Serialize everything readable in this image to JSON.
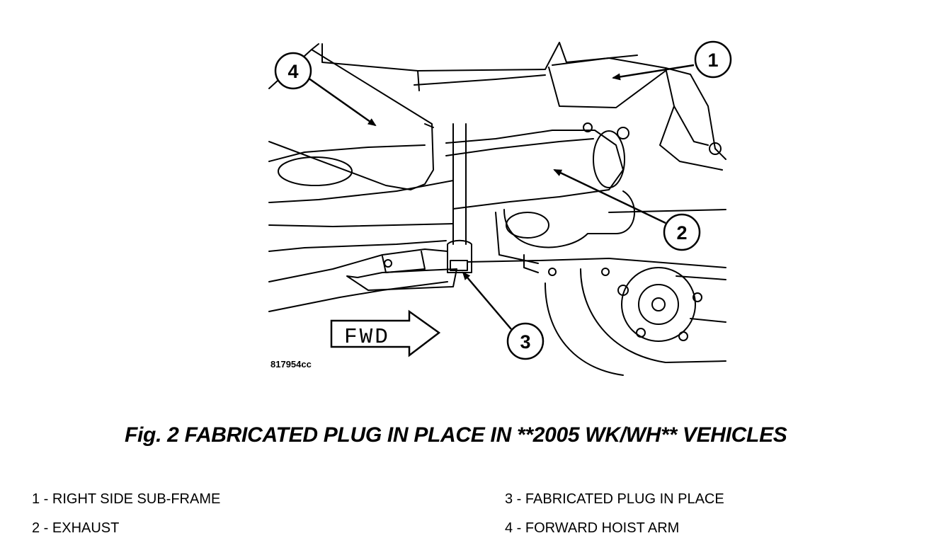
{
  "figure": {
    "id_code": "817954cc",
    "caption": "Fig. 2 FABRICATED PLUG IN PLACE IN **2005 WK/WH** VEHICLES",
    "direction_label": "FWD"
  },
  "callouts": [
    "1",
    "2",
    "3",
    "4"
  ],
  "legend": [
    "1 - RIGHT SIDE SUB-FRAME",
    "2 - EXHAUST",
    "3 - FABRICATED PLUG IN PLACE",
    "4 - FORWARD HOIST ARM"
  ]
}
